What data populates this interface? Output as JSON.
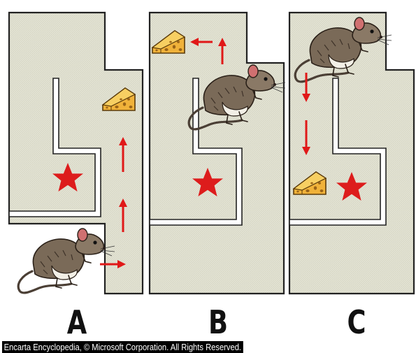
{
  "figure": {
    "panels": [
      {
        "label": "A"
      },
      {
        "label": "B"
      },
      {
        "label": "C"
      }
    ],
    "credit": "Encarta Encyclopedia, © Microsoft Corporation. All Rights Reserved."
  },
  "colors": {
    "maze_fill": "#e2e2d2",
    "wall": "#222222",
    "arrow": "#e01818",
    "star": "#dd1c1c",
    "cheese": "#f0b23a",
    "cheese_holes": "#9a6418",
    "mouse_fur": "#7a6a58",
    "mouse_belly": "#f2efe6",
    "mouse_ear": "#d07070"
  },
  "icons": [
    "mouse-icon",
    "cheese-icon",
    "star-icon",
    "arrow-icon"
  ]
}
